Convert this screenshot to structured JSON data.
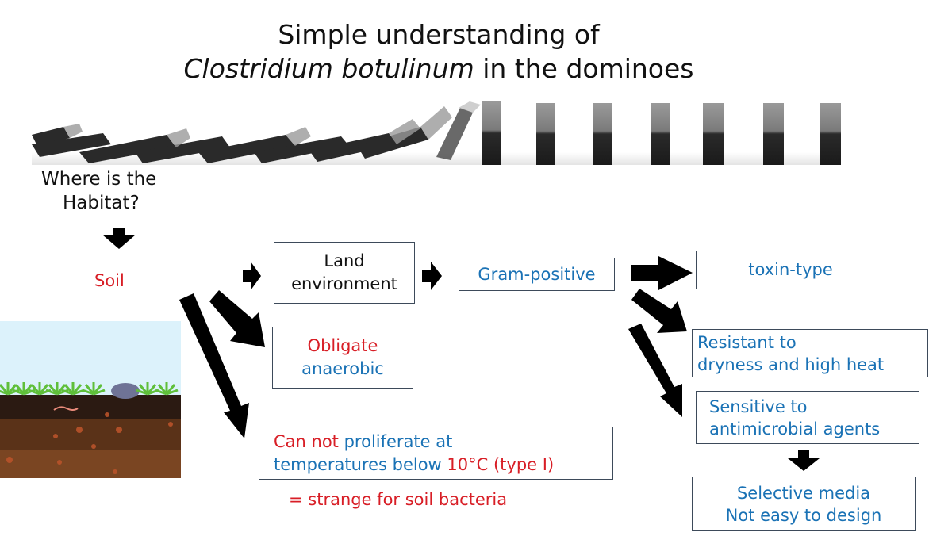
{
  "title": {
    "line1": "Simple understanding of",
    "line2_italic": "Clostridium botulinum",
    "line2_rest": " in the dominoes"
  },
  "images": {
    "dominoes": "falling-dominoes-photo",
    "soil": "soil-cross-section-illustration"
  },
  "question": {
    "line1": "Where is the",
    "line2": "Habitat?"
  },
  "habitat": "Soil",
  "nodes": {
    "land": {
      "line1": "Land",
      "line2": "environment"
    },
    "gram": "Gram-positive",
    "obligate": {
      "line1": "Obligate",
      "line2": "anaerobic"
    },
    "proliferate": {
      "part1_red": "Can not",
      "part1_blue": " proliferate at",
      "part2_blue": "temperatures below ",
      "part2_red": "10°C (type Ⅰ)"
    },
    "strange": "= strange for soil bacteria",
    "toxin": "toxin-type",
    "resistant": {
      "line1": "Resistant to",
      "line2": "dryness and high heat"
    },
    "sensitive": {
      "line1": "Sensitive to",
      "line2": "antimicrobial agents"
    },
    "selective": {
      "line1": "Selective media",
      "line2": "Not easy to design"
    }
  },
  "colors": {
    "blue_text": "#1a72b5",
    "red_text": "#d81e26",
    "arrow": "#000000",
    "sky": "#dcf2fb",
    "topsoil": "#2b1a12",
    "subsoil": "#5a3218",
    "deep_soil": "#7a4522",
    "grass": "#5fbf3a",
    "rock": "#6f7396"
  }
}
